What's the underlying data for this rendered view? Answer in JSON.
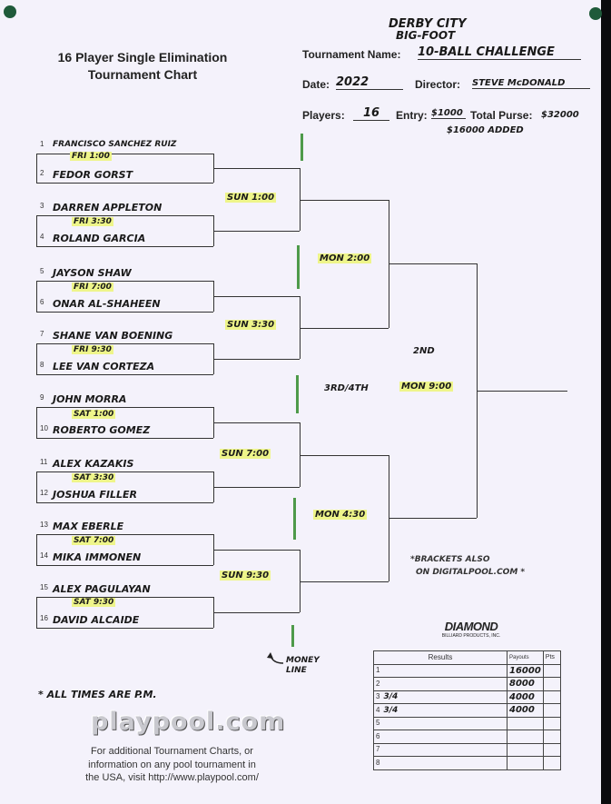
{
  "header": {
    "title_line1": "16 Player Single Elimination",
    "title_line2": "Tournament Chart",
    "event_line1": "DERBY CITY",
    "event_line2": "BIG-FOOT",
    "tournament_name_label": "Tournament Name:",
    "tournament_name": "10-BALL CHALLENGE",
    "date_label": "Date:",
    "date": "2022",
    "director_label": "Director:",
    "director": "STEVE McDONALD",
    "players_label": "Players:",
    "players": "16",
    "entry_label": "Entry:",
    "entry": "$1000",
    "purse_label": "Total Purse:",
    "purse": "$32000",
    "added": "$16000 ADDED"
  },
  "players": [
    {
      "num": "1",
      "name": "FRANCISCO SANCHEZ RUIZ"
    },
    {
      "num": "2",
      "name": "FEDOR GORST"
    },
    {
      "num": "3",
      "name": "DARREN APPLETON"
    },
    {
      "num": "4",
      "name": "ROLAND GARCIA"
    },
    {
      "num": "5",
      "name": "JAYSON SHAW"
    },
    {
      "num": "6",
      "name": "ONAR AL-SHAHEEN"
    },
    {
      "num": "7",
      "name": "SHANE VAN BOENING"
    },
    {
      "num": "8",
      "name": "LEE VAN CORTEZA"
    },
    {
      "num": "9",
      "name": "JOHN MORRA"
    },
    {
      "num": "10",
      "name": "ROBERTO GOMEZ"
    },
    {
      "num": "11",
      "name": "ALEX KAZAKIS"
    },
    {
      "num": "12",
      "name": "JOSHUA FILLER"
    },
    {
      "num": "13",
      "name": "MAX EBERLE"
    },
    {
      "num": "14",
      "name": "MIKA IMMONEN"
    },
    {
      "num": "15",
      "name": "ALEX PAGULAYAN"
    },
    {
      "num": "16",
      "name": "DAVID ALCAIDE"
    }
  ],
  "round1_times": [
    "FRI 1:00",
    "FRI 3:30",
    "FRI 7:00",
    "FRI 9:30",
    "SAT 1:00",
    "SAT 3:30",
    "SAT 7:00",
    "SAT 9:30"
  ],
  "round2_times": [
    "SUN 1:00",
    "SUN 3:30",
    "SUN 7:00",
    "SUN 9:30"
  ],
  "semi_times": [
    "MON 2:00",
    "MON 4:30"
  ],
  "final_time": "MON 9:00",
  "third_fourth": "3RD/4TH",
  "second": "2ND",
  "notes": {
    "brackets_line1": "*BRACKETS ALSO",
    "brackets_line2": "ON DIGITALPOOL.COM *",
    "money_line": "MONEY LINE",
    "all_times": "* ALL TIMES ARE P.M."
  },
  "sponsor": {
    "name": "DIAMOND",
    "tagline": "BILLIARD PRODUCTS, INC."
  },
  "footer": {
    "logo": "playpool.com",
    "line1": "For additional Tournament Charts, or",
    "line2": "information on any pool tournament in",
    "line3": "the USA, visit http://www.playpool.com/"
  },
  "results": {
    "header_results": "Results",
    "header_payouts": "Payouts",
    "header_pts": "Pts",
    "rows": [
      {
        "place": "1",
        "name": "",
        "payout": "16000"
      },
      {
        "place": "2",
        "name": "",
        "payout": "8000"
      },
      {
        "place": "3",
        "name": "3/4",
        "payout": "4000"
      },
      {
        "place": "4",
        "name": "3/4",
        "payout": "4000"
      },
      {
        "place": "5",
        "name": "",
        "payout": ""
      },
      {
        "place": "6",
        "name": "",
        "payout": ""
      },
      {
        "place": "7",
        "name": "",
        "payout": ""
      },
      {
        "place": "8",
        "name": "",
        "payout": ""
      }
    ]
  }
}
